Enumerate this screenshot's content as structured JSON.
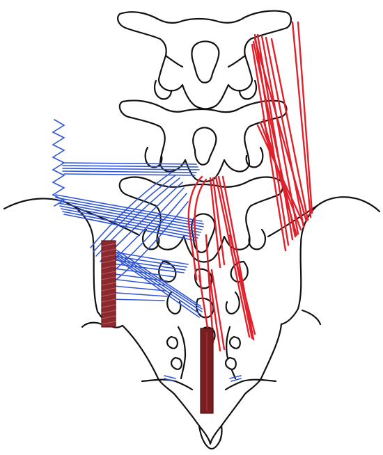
{
  "figure": {
    "background": "#ffffff",
    "colors": {
      "bone_outline": "#111111",
      "ligament_blue": "#2f55d4",
      "ligament_red": "#e0202a",
      "ligament_dark_red": "#7a1e22"
    },
    "layers": [
      {
        "name": "bone-outline",
        "color": "#111111"
      },
      {
        "name": "blue-ligaments",
        "color": "#2f55d4"
      },
      {
        "name": "red-ligaments",
        "color": "#e0202a"
      },
      {
        "name": "dark-red-ligaments",
        "color": "#7a1e22"
      }
    ]
  }
}
